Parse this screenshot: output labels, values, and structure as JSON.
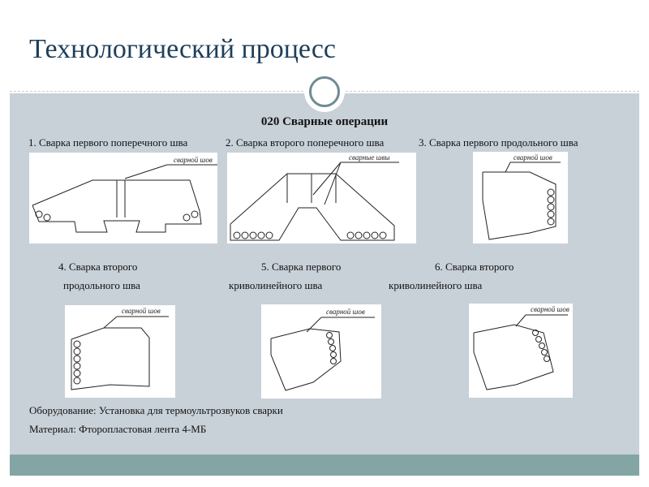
{
  "slide": {
    "title": "Технологический процесс",
    "operation_title": "020 Сварные операции",
    "steps": [
      {
        "label": "1. Сварка первого поперечного шва"
      },
      {
        "label": "2. Сварка второго поперечного шва"
      },
      {
        "label": "3. Сварка первого продольного шва"
      },
      {
        "line1": "4. Сварка второго",
        "line2": "продольного шва"
      },
      {
        "line1": "5. Сварка первого",
        "line2": "криволинейного шва"
      },
      {
        "line1": "6. Сварка второго",
        "line2": "криволинейного шва"
      }
    ],
    "weld_label": "сварной шов",
    "weld_label_plural": "сварные швы",
    "equipment": "Оборудование: Установка для термоультрозвуков сварки",
    "material": "Материал: Фторопластовая лента 4-МБ"
  },
  "colors": {
    "title": "#1f3f5a",
    "content_bg": "#c8d1d8",
    "footer_bar": "#83a6a4",
    "ornament": "#6f8a93"
  }
}
